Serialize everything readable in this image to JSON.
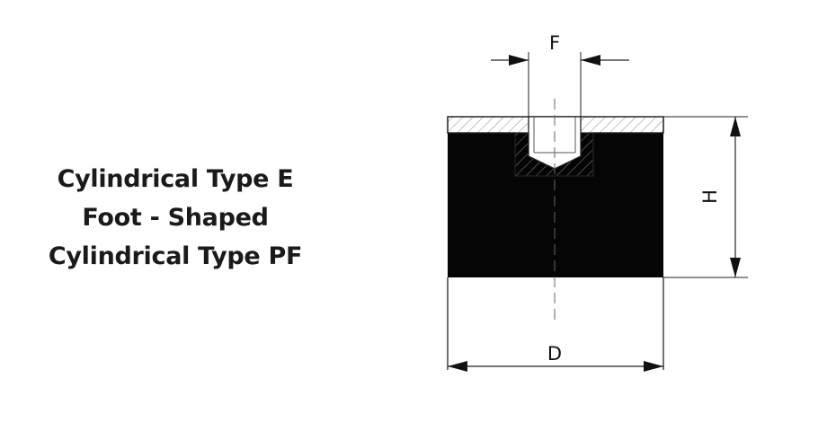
{
  "title": {
    "lines": [
      "Cylindrical Type E",
      "Foot - Shaped",
      "Cylindrical Type PF"
    ]
  },
  "diagram": {
    "labels": {
      "F": "F",
      "H": "H",
      "D": "D"
    },
    "colors": {
      "body": "#050505",
      "line": "#222222",
      "plate": "#ffffff"
    }
  }
}
